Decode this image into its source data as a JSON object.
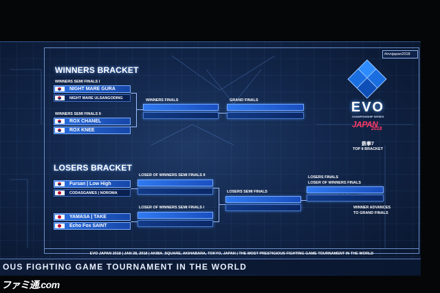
{
  "hashtag": "#evojapan2018",
  "logo": {
    "title": "EVO",
    "subtitle": "CHAMPIONSHIP SERIES",
    "japan": "JAPAN",
    "year": "2018",
    "game_japanese": "鉄拳7",
    "top8": "TOP 8 BRACKET"
  },
  "winners": {
    "title": "WINNERS BRACKET",
    "semi1_label": "WINNERS SEMI FINALS I",
    "semi1_p1": "NIGHT MARE  GURA",
    "semi1_p2": "NIGHT MARE  ULSANGODING",
    "semi2_label": "WINNERS SEMI FINALS II",
    "semi2_p1": "ROX CHANEL",
    "semi2_p2": "ROX KNEE",
    "finals_label": "WINNERS FINALS",
    "grand_label": "GRAND FINALS"
  },
  "losers": {
    "title": "LOSERS BRACKET",
    "group1_p1": "Fursan  |  Low High",
    "group1_p2": "CODASGAMES | NOROMA",
    "group2_p1": "YAMASA  |  TAKE",
    "group2_p2": "Echo Fox SAINT",
    "lws2_label": "LOSER OF WINNERS SEMI FINALS II",
    "lws1_label": "LOSER OF WINNERS SEMI FINALS I",
    "semis_label": "LOSERS SEMI FINALS",
    "finals_label": "LOSERS FINALS",
    "lwf_label": "LOSER OF WINNERS FINALS",
    "advance_note_1": "WINNER ADVANCES",
    "advance_note_2": "TO GRAND FINALS"
  },
  "footer": "EVO JAPAN 2018  |  JAN 28, 2018  |  AKIBA_SQUARE, AKIHABARA, TOKYO, JAPAN  |  THE MOST PRESTIGIOUS FIGHTING GAME TOURNAMENT IN THE WORLD",
  "ticker": "OUS FIGHTING GAME TOURNAMENT IN THE WORLD",
  "watermark": "ファミ通.com",
  "colors": {
    "slot_blue": "#2f79f0",
    "panel_bg": "#12264a",
    "korea_red": "#c8102e",
    "korea_blue": "#003478",
    "japan_red": "#bc002d"
  }
}
